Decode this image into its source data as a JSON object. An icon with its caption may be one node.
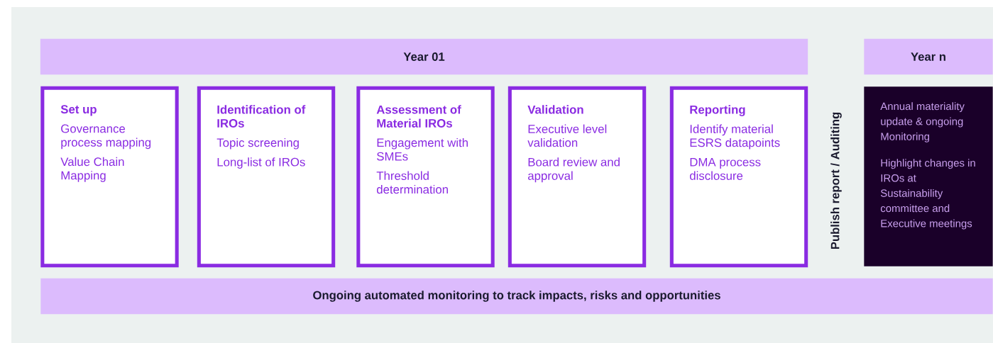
{
  "diagram": {
    "nodes": [
      {
        "text": [
          "Year 01"
        ]
      },
      {
        "text": [
          "Year n"
        ]
      },
      {
        "text": [
          "Set up",
          "Governance process mapping",
          "Value Chain Mapping"
        ]
      },
      {
        "text": [
          "Identification of IROs",
          "Topic screening",
          "Long-list of IROs"
        ]
      },
      {
        "text": [
          "Assessment of Material IROs",
          "Engagement with SMEs",
          "Threshold determination"
        ]
      },
      {
        "text": [
          "Validation",
          "Executive level validation",
          "Board review and approval"
        ]
      },
      {
        "text": [
          "Reporting",
          "Identify material ESRS datapoints",
          "DMA process disclosure"
        ]
      },
      {
        "text": [
          "Annual materiality update & ongoing Monitoring",
          "Highlight changes in IROs at Sustainability committee and Executive meetings"
        ]
      },
      {
        "text": [
          "Ongoing automated monitoring to track impacts, risks and opportunities"
        ]
      }
    ],
    "labels": [
      "Publish report / Auditing"
    ]
  }
}
